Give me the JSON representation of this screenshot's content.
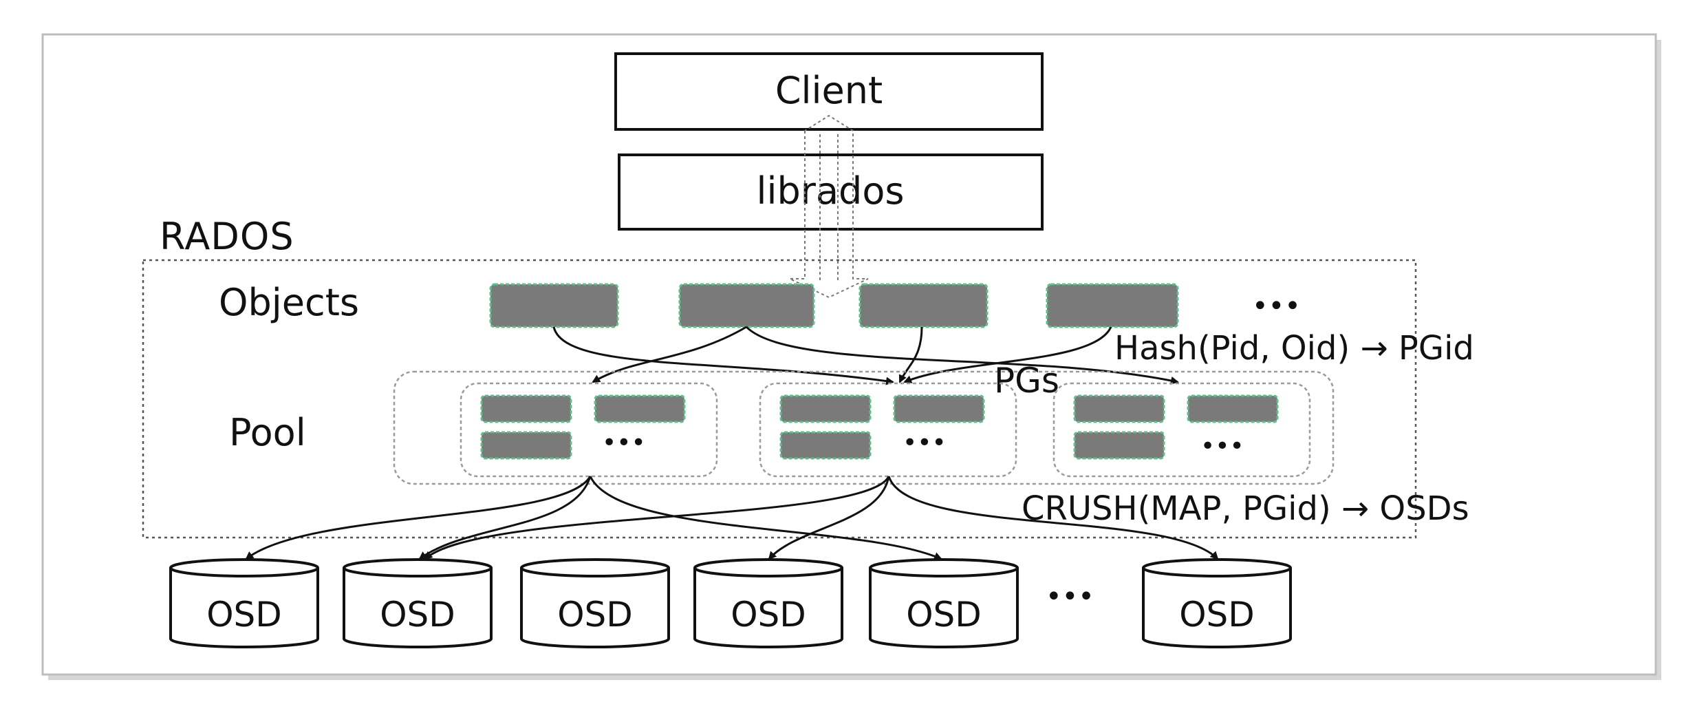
{
  "labels": {
    "client": "Client",
    "librados": "librados",
    "rados": "RADOS",
    "objects": "Objects",
    "pool": "Pool",
    "pgs": "PGs",
    "hash": "Hash(Pid, Oid) → PGid",
    "crush": "CRUSH(MAP, PGid) → OSDs",
    "ellipsis": "•••",
    "osd": "OSD"
  },
  "objects": [
    "",
    "",
    "",
    ""
  ],
  "osds": [
    "OSD",
    "OSD",
    "OSD",
    "OSD",
    "OSD",
    "OSD"
  ],
  "colors": {
    "object_fill": "#7a7a7a",
    "object_border": "#5fbf8a",
    "frame_shadow": "#d6d6d6",
    "line": "#111111",
    "dotted_border": "#555555",
    "pg_border": "#9a9a9a"
  }
}
